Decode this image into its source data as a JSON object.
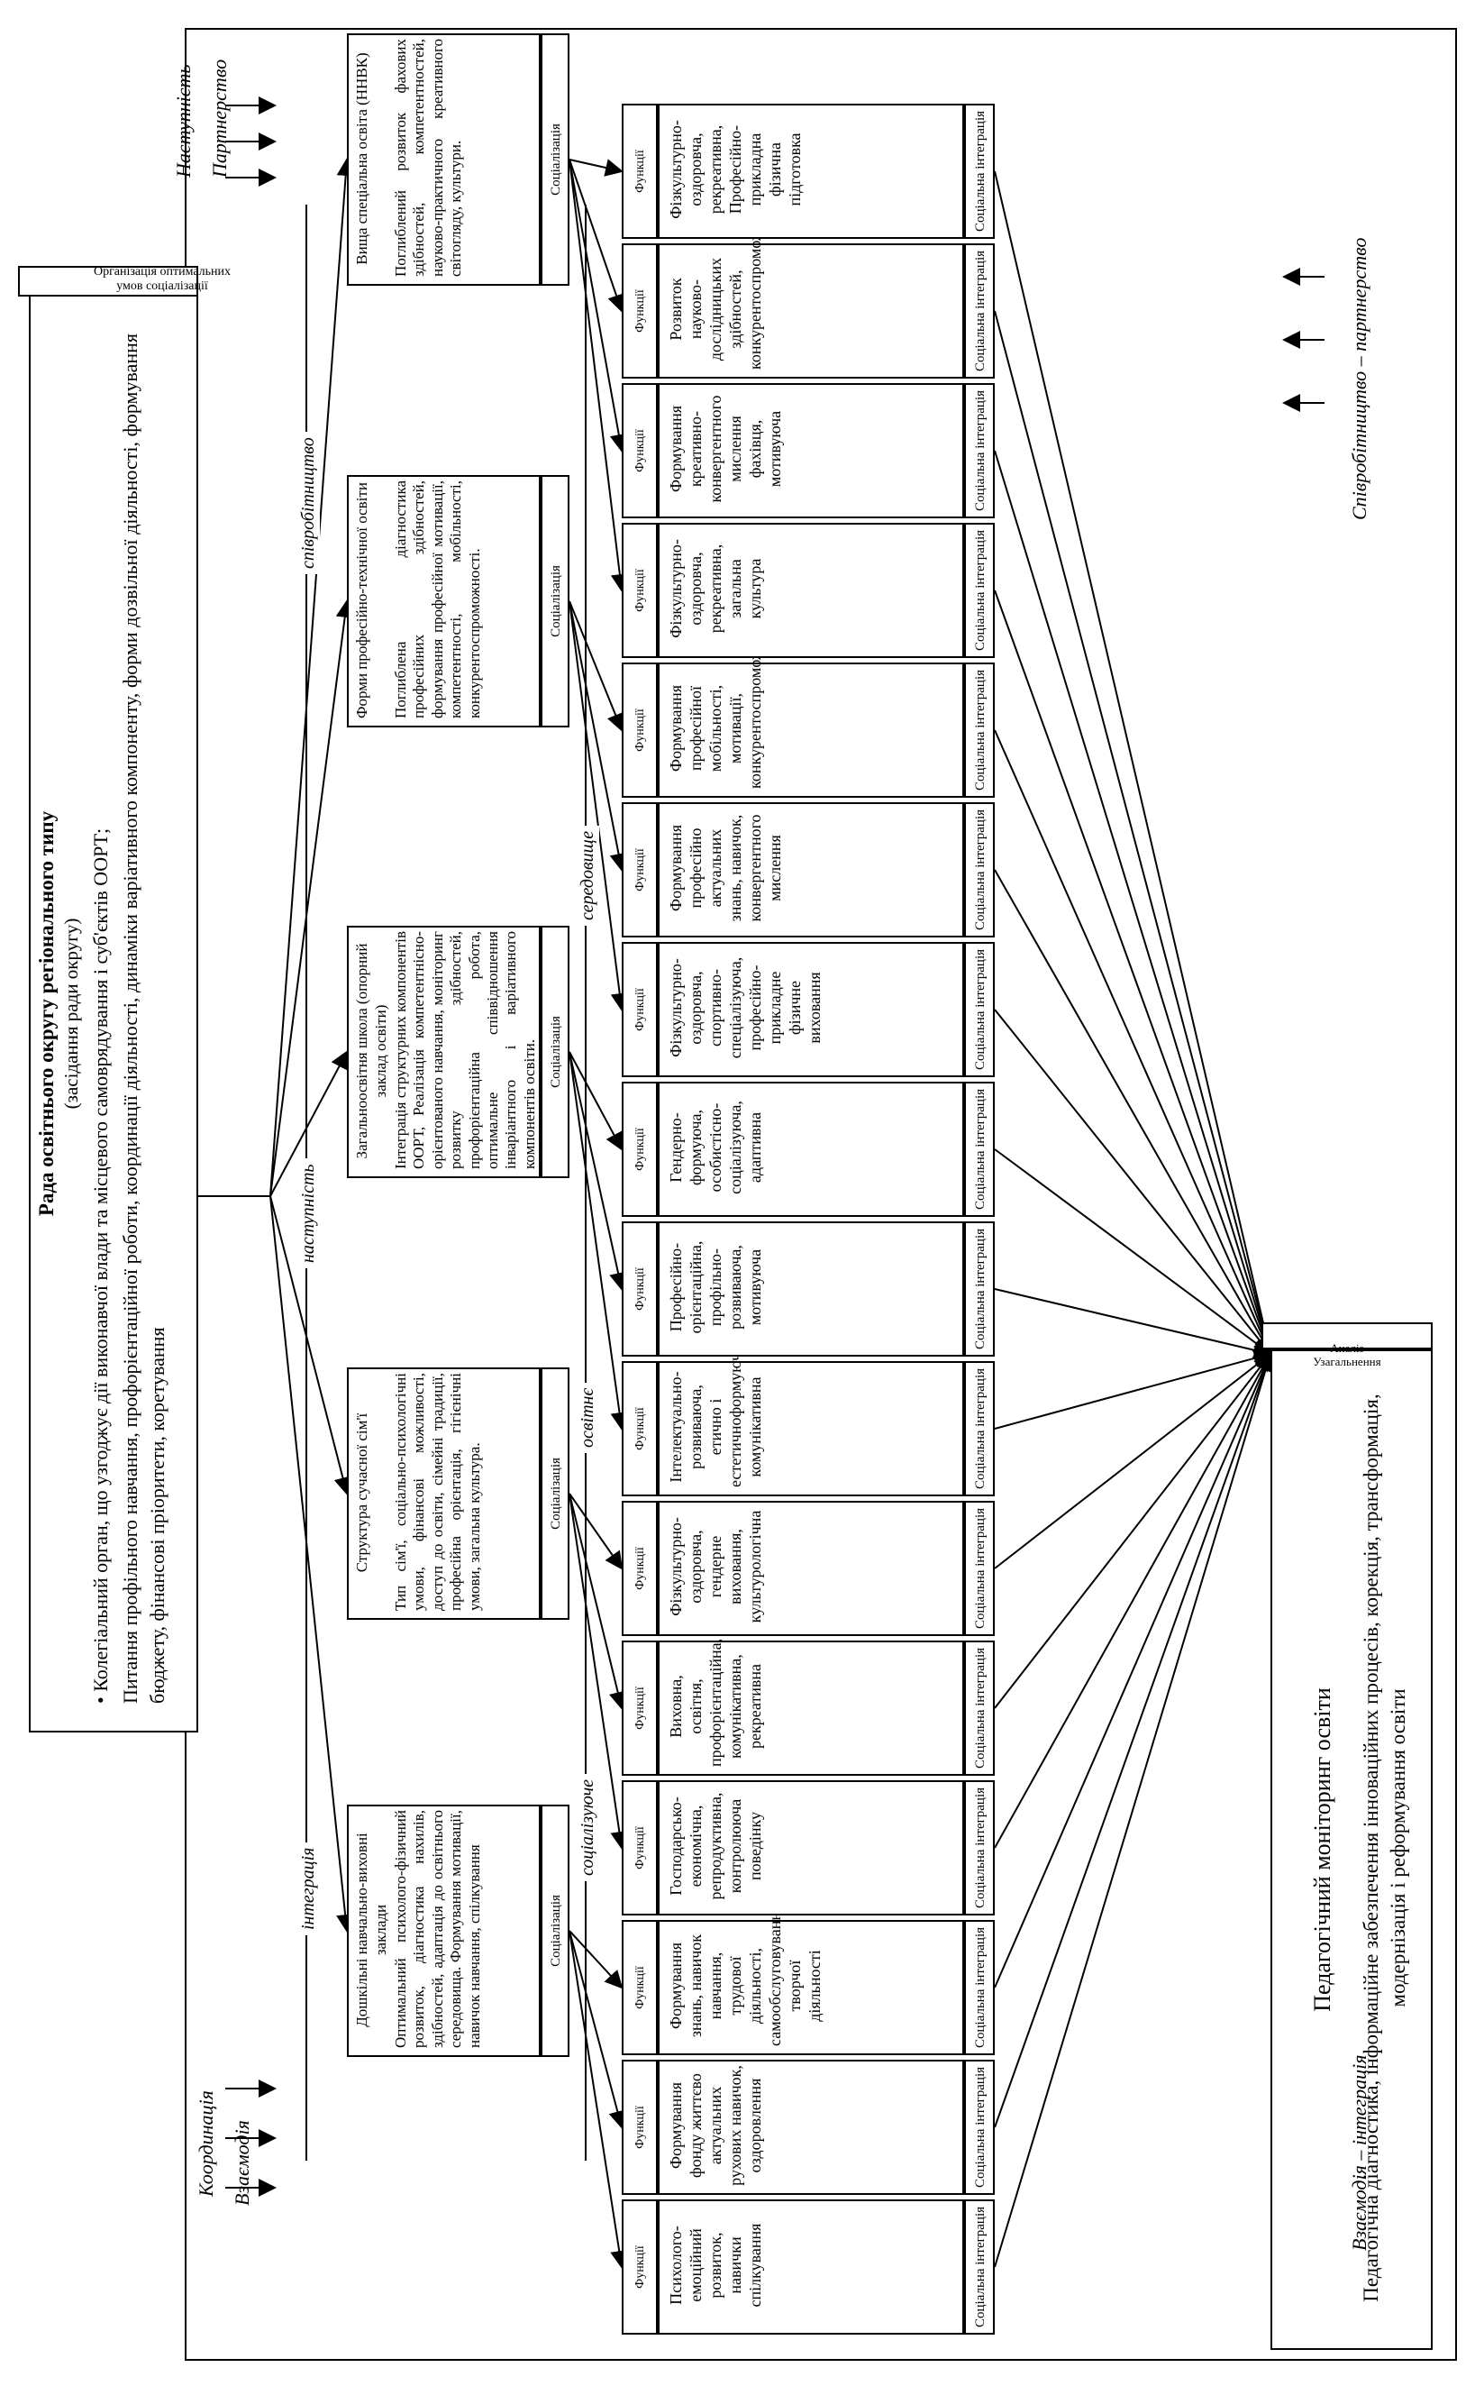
{
  "council": {
    "title": "Рада освітнього округу регіонального типу",
    "subtitle": "(засідання ради округу)",
    "bullet": "Колегіальний орган, що узгоджує дії виконавчої влади та місцевого самоврядування і суб'єктів ООРТ;",
    "text": "Питання профільного навчання, профорієнтаційної роботи, координації діяльності, динаміки варіативного компоненту, форми дозвільної діяльності, формування бюджету, фінансові пріоритети, коретування",
    "side": "Організація оптимальних умов соціалізації"
  },
  "monitoring": {
    "title": "Педагогічний моніторинг освіти",
    "text": "Педагогічна діагностика, інформаційне забезпечення інноваційних процесів, корекція, трансформація, модернізація і реформування освіти",
    "side": "Аналіз Узагальнення"
  },
  "side_labels": {
    "left_outer": [
      "Координація",
      "Взаємодія"
    ],
    "top_outer": [
      "Наступність",
      "Партнерство"
    ],
    "middle": [
      "інтеграція",
      "наступність",
      "співробітництво"
    ],
    "lower": [
      "соціалізуюче",
      "освітнє",
      "середовище"
    ],
    "right_left": "Взаємодія – інтеграція",
    "right_right": "Співробітництво – партнерство"
  },
  "institutions": [
    {
      "title": "Дошкільні навчально-виховні заклади",
      "text": "Оптимальний психолого-фізичний розвиток, діагностика нахилів, здібностей, адаптація до освітнього середовища. Формування мотивації, навичок навчання, спілкування",
      "tag": "Соціалізація"
    },
    {
      "title": "Структура сучасної сім'ї",
      "text": "Тип сім'ї, соціально-психологічні умови, фінансові можливості, доступ до освіти, сімейні традиції, професійна орієнтація, гігієнічні умови, загальна культура.",
      "tag": "Соціалізація"
    },
    {
      "title": "Загальноосвітня школа (опорний заклад освіти)",
      "text": "Інтеграція структурних компонентів ООРТ, Реалізація компетентнісно-орієнтованого навчання, моніторинг розвитку здібностей, профорієнтаційна робота, оптимальне співвідношення інваріантного і варіативного компонентів освіти.",
      "tag": "Соціалізація"
    },
    {
      "title": "Форми професійно-технічної освіти",
      "text": "Поглиблена діагностика професійних здібностей, формування професійної мотивації, компетентності, мобільності, конкурентоспроможності.",
      "tag": "Соціалізація"
    },
    {
      "title": "Вища спеціальна освіта (ННВК)",
      "text": "Поглиблений розвиток фахових здібностей, компетентностей, науково-практичного креативного світогляду, культури.",
      "tag": "Соціалізація"
    }
  ],
  "functions": {
    "side": "Функції",
    "tag": "Соціальна інтеграція",
    "items": [
      "Психолого-емоційний розвиток, навички спілкування",
      "Формування фонду життєво актуальних рухових навичок, оздоровлення",
      "Формування знань, навичок навчання, трудової діяльності, самообслуговування, творчої діяльності",
      "Господарсько-економічна, репродуктивна, контролююча поведінку",
      "Виховна, освітня, профорієнтаційна, комунікативна, рекреативна",
      "Фізкультурно-оздоровча, гендерне виховання, культурологічна",
      "Інтелектуально-розвиваюча, етично і естетичноформуюча, комунікативна",
      "Професійно-орієнтаційна, профільно-розвиваюча, мотивуюча",
      "Гендерно-формуюча, особистісно-соціалізуюча, адаптивна",
      "Фізкультурно-оздоровча, спортивно-спеціалізуюча, професійно-прикладне фізичне виховання",
      "Формування професійно актуальних знань, навичок, конвергентного мислення",
      "Формування професійної мобільності, мотивації, конкурентоспроможності",
      "Фізкультурно-оздоровча, рекреативна, загальна культура",
      "Формування креативно-конвергентного мислення фахівця, мотивуюча",
      "Розвиток науково-дослідницьких здібностей, конкурентоспроможності",
      "Фізкультурно-оздоровча, рекреативна, Професійно-прикладна фізична підготовка"
    ]
  }
}
